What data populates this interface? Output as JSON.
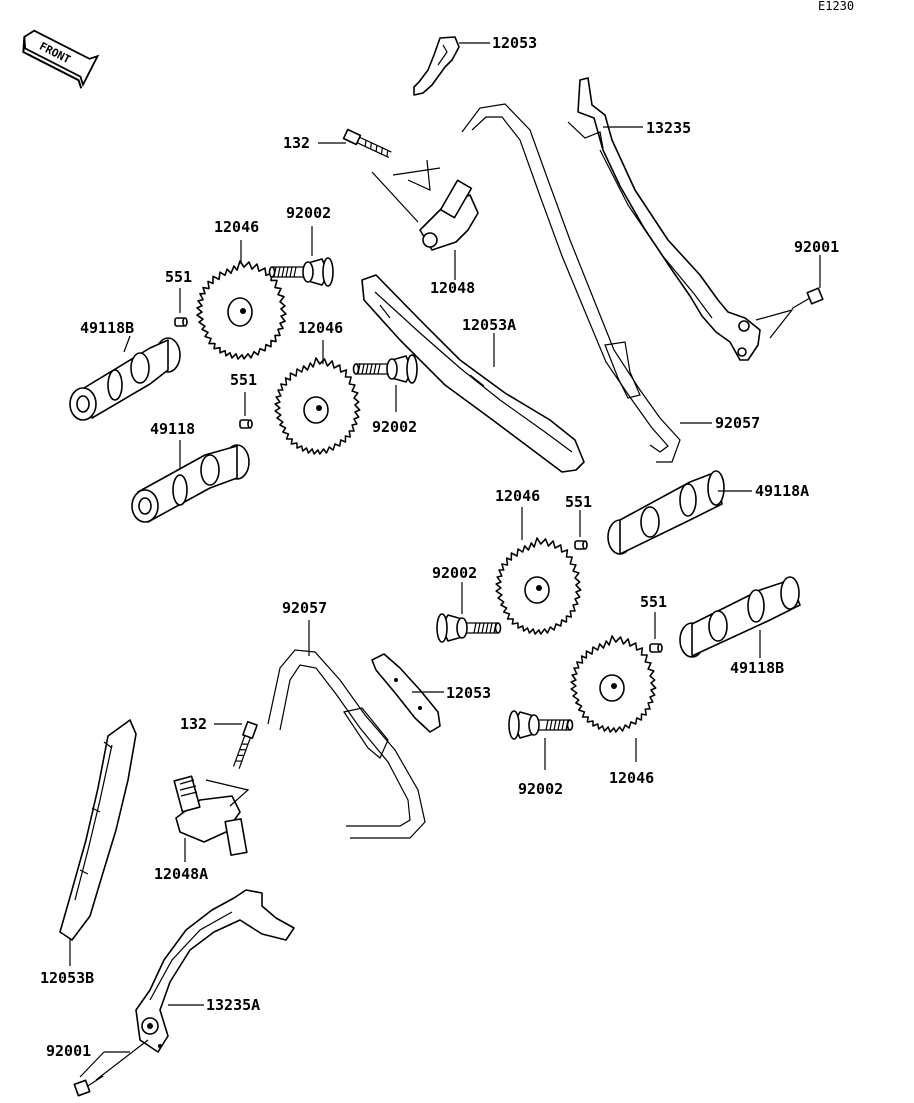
{
  "diagram": {
    "code": "E1230",
    "front_badge": "FRONT",
    "labels": {
      "p12053_top": "12053",
      "p13235": "13235",
      "p132_top": "132",
      "p12048": "12048",
      "p92001_right": "92001",
      "p12053A": "12053A",
      "p92057_right": "92057",
      "p12046_a": "12046",
      "p92002_a": "92002",
      "p551_a": "551",
      "p49118B_left": "49118B",
      "p12046_b": "12046",
      "p551_b": "551",
      "p92002_b": "92002",
      "p49118": "49118",
      "p12046_c": "12046",
      "p551_c": "551",
      "p49118A": "49118A",
      "p92002_c": "92002",
      "p551_d": "551",
      "p49118B_right": "49118B",
      "p92057_left": "92057",
      "p12053_mid": "12053",
      "p132_bottom": "132",
      "p92002_d": "92002",
      "p12046_d": "12046",
      "p12048A": "12048A",
      "p12053B": "12053B",
      "p13235A": "13235A",
      "p92001_bottom": "92001"
    }
  }
}
